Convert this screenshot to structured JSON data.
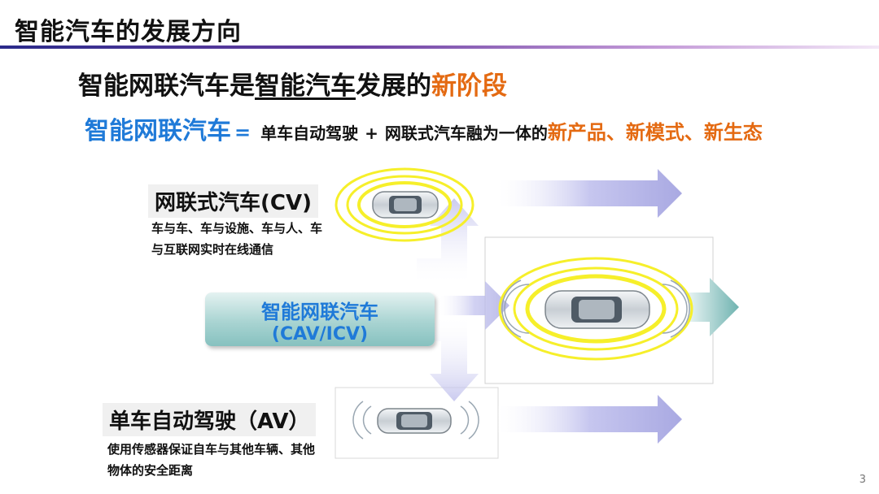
{
  "header": {
    "title": "智能汽车的发展方向"
  },
  "headline": {
    "part1": "智能网联汽车是",
    "underlined": "智能汽车",
    "part2": "发展的",
    "accent": "新阶段"
  },
  "equation": {
    "lhs": "智能网联汽车",
    "equals": "=",
    "part_a": "单车自动驾驶",
    "plus": "+",
    "part_b": "网联式汽车融为一体的",
    "new_terms": "新产品、新模式、新生态"
  },
  "cv": {
    "title": "网联式汽车(CV)",
    "desc_line1": "车与车、车与设施、车与人、车",
    "desc_line2": "与互联网实时在线通信"
  },
  "cav": {
    "line1": "智能网联汽车",
    "line2": "(CAV/ICV)"
  },
  "av": {
    "title": "单车自动驾驶（AV）",
    "desc_line1": "使用传感器保证自车与其他车辆、其他",
    "desc_line2": "物体的安全距离"
  },
  "page_number": "3",
  "colors": {
    "accent_orange": "#e46a12",
    "accent_blue": "#1f7ad8",
    "arrow_lavender": "#c6c6ef",
    "arrow_teal": "#7fbdbb",
    "signal_yellow": "#f6ef2a"
  }
}
